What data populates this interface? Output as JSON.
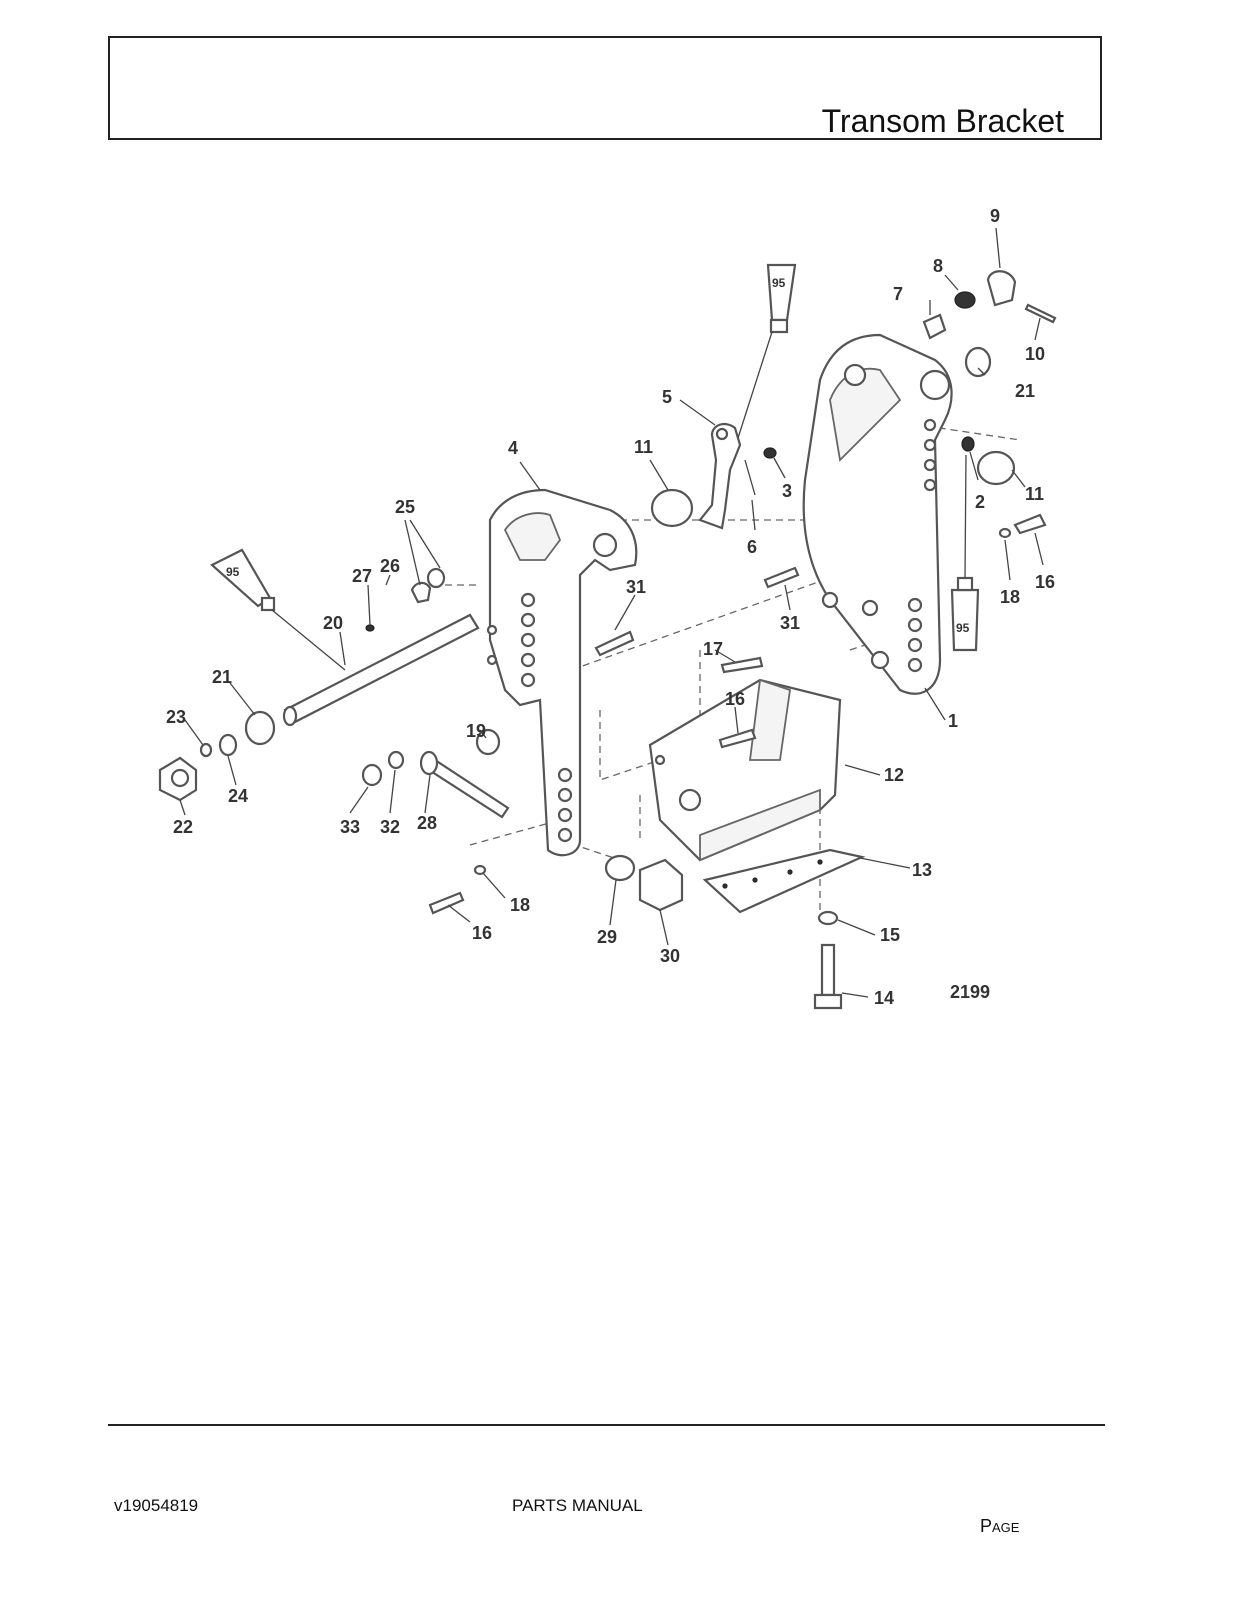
{
  "header": {
    "title": "Transom Bracket"
  },
  "diagram": {
    "figure_number": "2199",
    "sealant_tube_label": "95",
    "callouts": [
      "1",
      "2",
      "3",
      "4",
      "5",
      "6",
      "7",
      "8",
      "9",
      "10",
      "11",
      "11",
      "12",
      "13",
      "14",
      "15",
      "16",
      "16",
      "16",
      "17",
      "18",
      "18",
      "19",
      "20",
      "21",
      "21",
      "22",
      "23",
      "24",
      "25",
      "26",
      "27",
      "28",
      "29",
      "30",
      "31",
      "31",
      "32",
      "33"
    ]
  },
  "footer": {
    "doc_id": "v19054819",
    "manual_title": "PARTS MANUAL",
    "page_label": "Page"
  }
}
